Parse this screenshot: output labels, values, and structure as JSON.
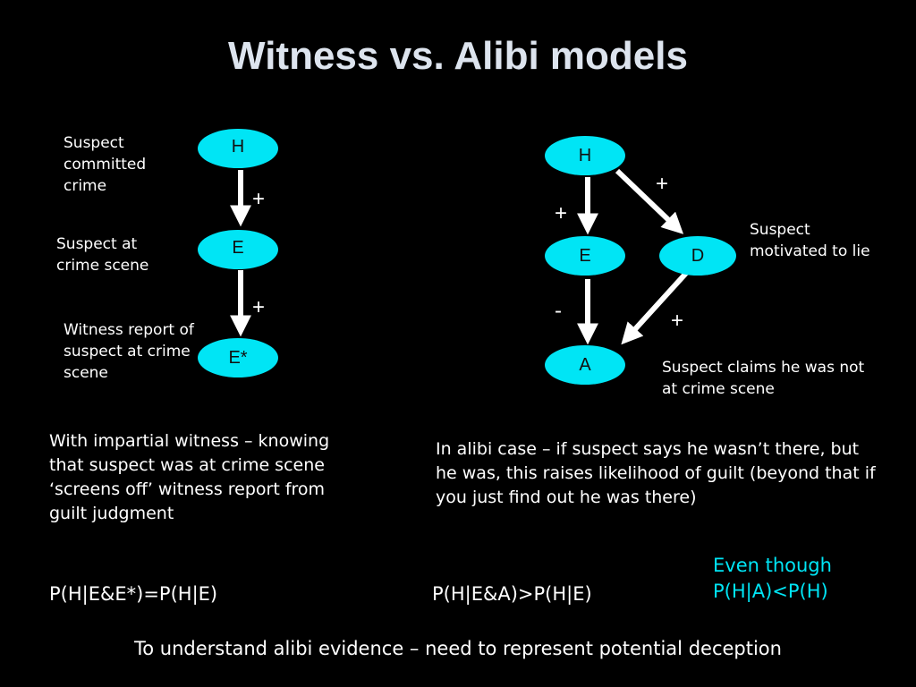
{
  "title": "Witness vs. Alibi models",
  "witness_model": {
    "nodes": {
      "h": "H",
      "e": "E",
      "e_star": "E*"
    },
    "edge_signs": {
      "h_e": "+",
      "e_estar": "+"
    },
    "labels": {
      "h": "Suspect committed crime",
      "e": "Suspect at crime scene",
      "e_star": "Witness report of suspect at crime scene"
    },
    "explanation": "With impartial witness – knowing that suspect was at crime scene ‘screens off’ witness report from guilt judgment",
    "formula": "P(H|E&E*)=P(H|E)"
  },
  "alibi_model": {
    "nodes": {
      "h": "H",
      "e": "E",
      "d": "D",
      "a": "A"
    },
    "edge_signs": {
      "h_e": "+",
      "h_d": "+",
      "e_a": "-",
      "d_a": "+"
    },
    "labels": {
      "d": "Suspect motivated to lie",
      "a": "Suspect claims he was not at crime scene"
    },
    "explanation": "In alibi case – if suspect says he wasn’t there, but he was, this raises likelihood of guilt (beyond that if you just find out he was there)",
    "formula": "P(H|E&A)>P(H|E)",
    "note_line1": "Even though",
    "note_line2": "P(H|A)<P(H)"
  },
  "footer": "To understand alibi evidence – need to represent potential deception",
  "colors": {
    "node_fill": "#00e5f5",
    "note_text": "#00e5f5",
    "background": "#000000"
  }
}
